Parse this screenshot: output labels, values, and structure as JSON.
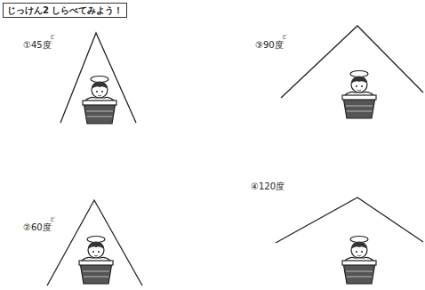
{
  "diagram": {
    "title": "じっけん2 しらべてみよう！",
    "labels": [
      "①45度",
      "ど",
      "③90度",
      "ど",
      "②60度",
      "ど",
      "④120度"
    ]
  }
}
